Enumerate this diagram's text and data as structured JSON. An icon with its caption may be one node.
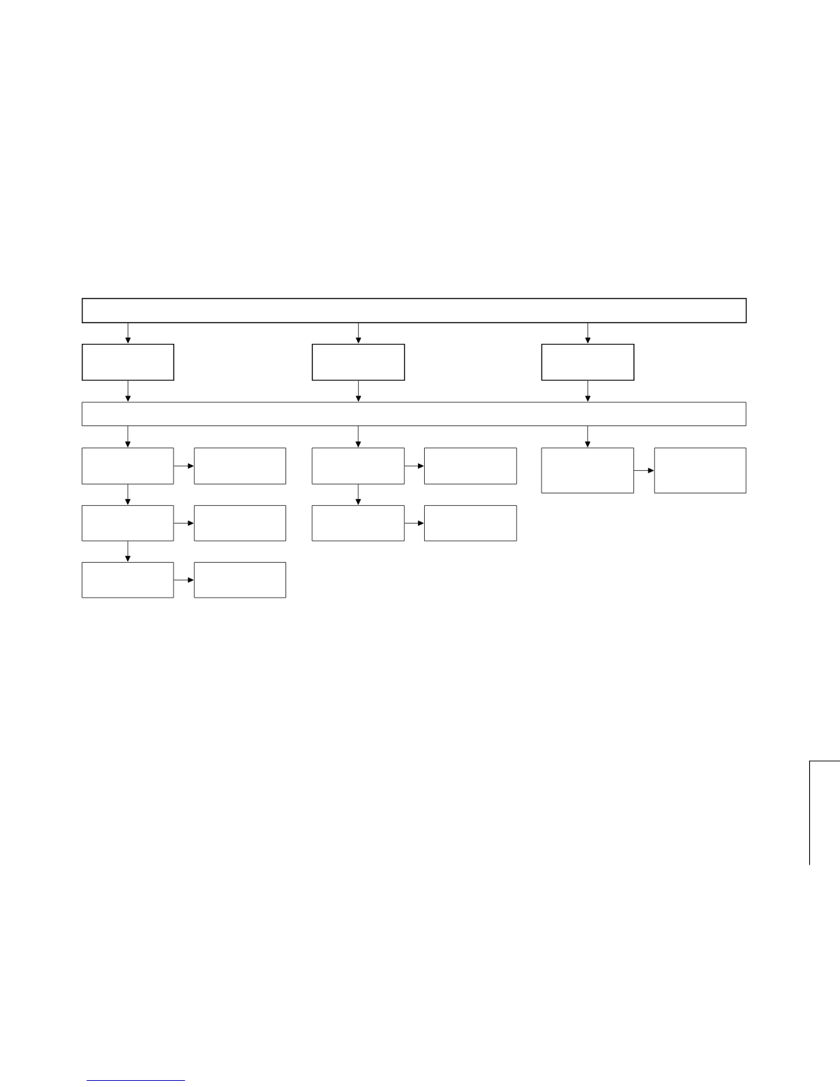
{
  "diagram": {
    "nodes": [
      {
        "text": [],
        "shape": "box"
      },
      {
        "text": [],
        "shape": "box"
      },
      {
        "text": [],
        "shape": "box"
      },
      {
        "text": [],
        "shape": "box"
      },
      {
        "text": [],
        "shape": "box"
      },
      {
        "text": [],
        "shape": "box"
      },
      {
        "text": [],
        "shape": "box"
      },
      {
        "text": [],
        "shape": "box"
      },
      {
        "text": [],
        "shape": "box"
      },
      {
        "text": [],
        "shape": "box"
      },
      {
        "text": [],
        "shape": "box"
      },
      {
        "text": [],
        "shape": "box"
      },
      {
        "text": [],
        "shape": "box"
      },
      {
        "text": [],
        "shape": "box"
      },
      {
        "text": [],
        "shape": "box"
      },
      {
        "text": [],
        "shape": "box"
      },
      {
        "text": [],
        "shape": "box"
      }
    ],
    "edges": [
      {
        "from": 0,
        "to": 1,
        "arrow": "to"
      },
      {
        "from": 0,
        "to": 2,
        "arrow": "to"
      },
      {
        "from": 0,
        "to": 3,
        "arrow": "to"
      },
      {
        "from": 1,
        "to": 4,
        "arrow": "to"
      },
      {
        "from": 2,
        "to": 4,
        "arrow": "to"
      },
      {
        "from": 3,
        "to": 4,
        "arrow": "to"
      },
      {
        "from": 4,
        "to": 5,
        "arrow": "to"
      },
      {
        "from": 4,
        "to": 7,
        "arrow": "to"
      },
      {
        "from": 4,
        "to": 9,
        "arrow": "to"
      },
      {
        "from": 5,
        "to": 6,
        "arrow": "to"
      },
      {
        "from": 7,
        "to": 8,
        "arrow": "to"
      },
      {
        "from": 9,
        "to": 10,
        "arrow": "to"
      },
      {
        "from": 5,
        "to": 11,
        "arrow": "to"
      },
      {
        "from": 11,
        "to": 12,
        "arrow": "to"
      },
      {
        "from": 7,
        "to": 13,
        "arrow": "to"
      },
      {
        "from": 13,
        "to": 14,
        "arrow": "to"
      },
      {
        "from": 11,
        "to": 15,
        "arrow": "to"
      },
      {
        "from": 15,
        "to": 16,
        "arrow": "to"
      }
    ]
  }
}
